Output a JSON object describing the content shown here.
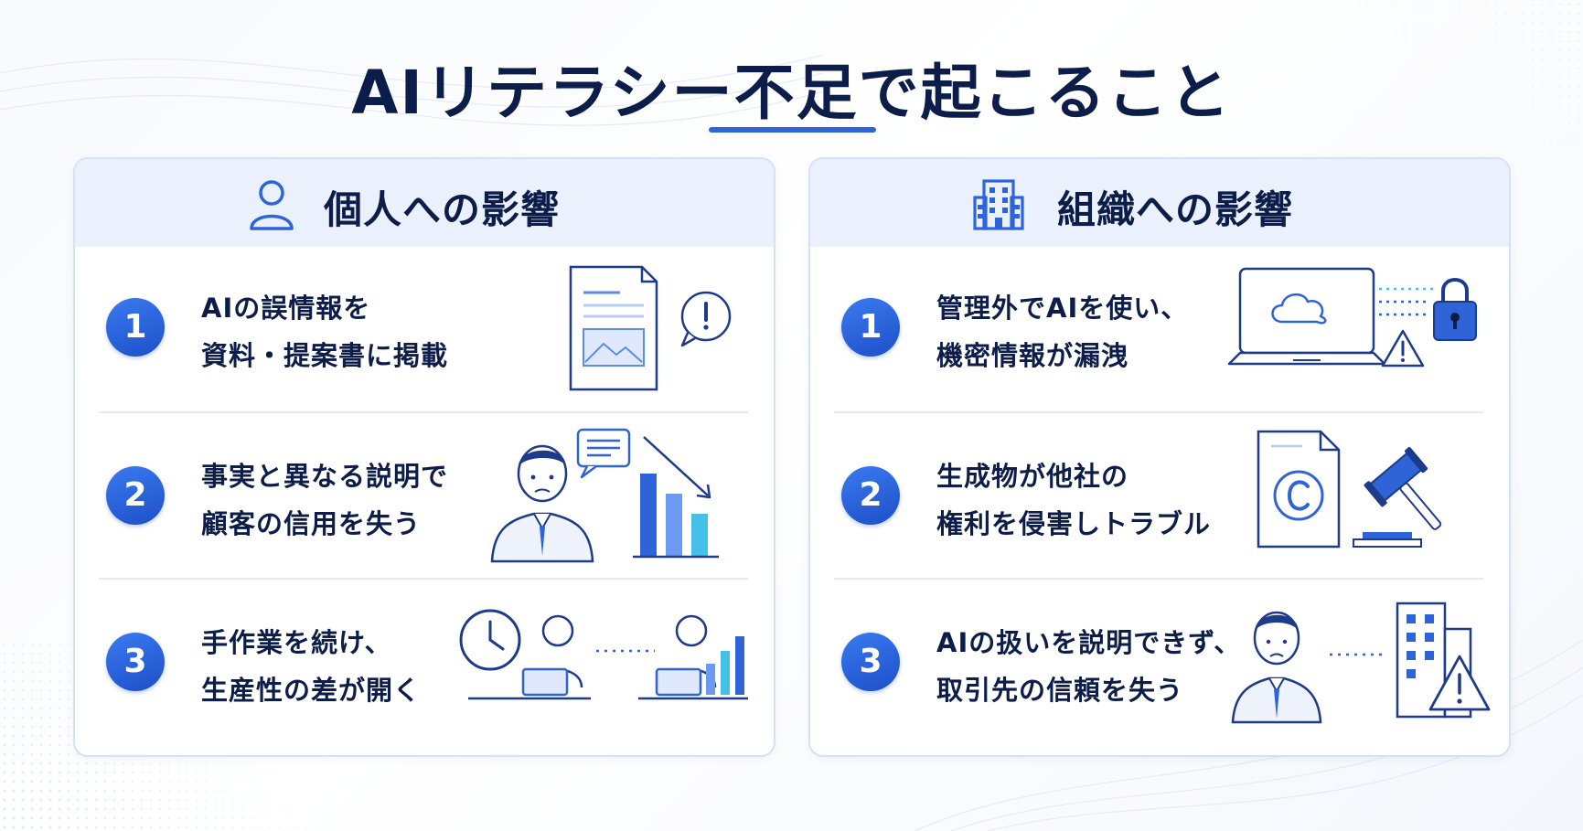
{
  "title": "AIリテラシー不足で起こること",
  "panels": {
    "individual": {
      "heading": "個人への影響",
      "items": [
        {
          "number": "1",
          "line1": "AIの誤情報を",
          "line2": "資料・提案書に掲載"
        },
        {
          "number": "2",
          "line1": "事実と異なる説明で",
          "line2": "顧客の信用を失う"
        },
        {
          "number": "3",
          "line1": "手作業を続け、",
          "line2": "生産性の差が開く"
        }
      ]
    },
    "organization": {
      "heading": "組織への影響",
      "items": [
        {
          "number": "1",
          "line1": "管理外でAIを使い、",
          "line2": "機密情報が漏洩"
        },
        {
          "number": "2",
          "line1": "生成物が他社の",
          "line2": "権利を侵害しトラブル"
        },
        {
          "number": "3",
          "line1": "AIの扱いを説明できず、",
          "line2": "取引先の信頼を失う"
        }
      ]
    }
  },
  "colors": {
    "navy": "#0d1d4a",
    "accent": "#2f64d8",
    "panel_head": "#eaf1fc",
    "warning": "#1d4fc8"
  },
  "icons": {
    "individual_heading": "person-icon",
    "organization_heading": "office-building-icon",
    "individual": [
      "document-warning-icon",
      "worried-person-declining-chart-icon",
      "clock-worker-productivity-icon"
    ],
    "organization": [
      "laptop-cloud-lock-icon",
      "copyright-gavel-icon",
      "worried-person-building-warning-icon"
    ]
  }
}
